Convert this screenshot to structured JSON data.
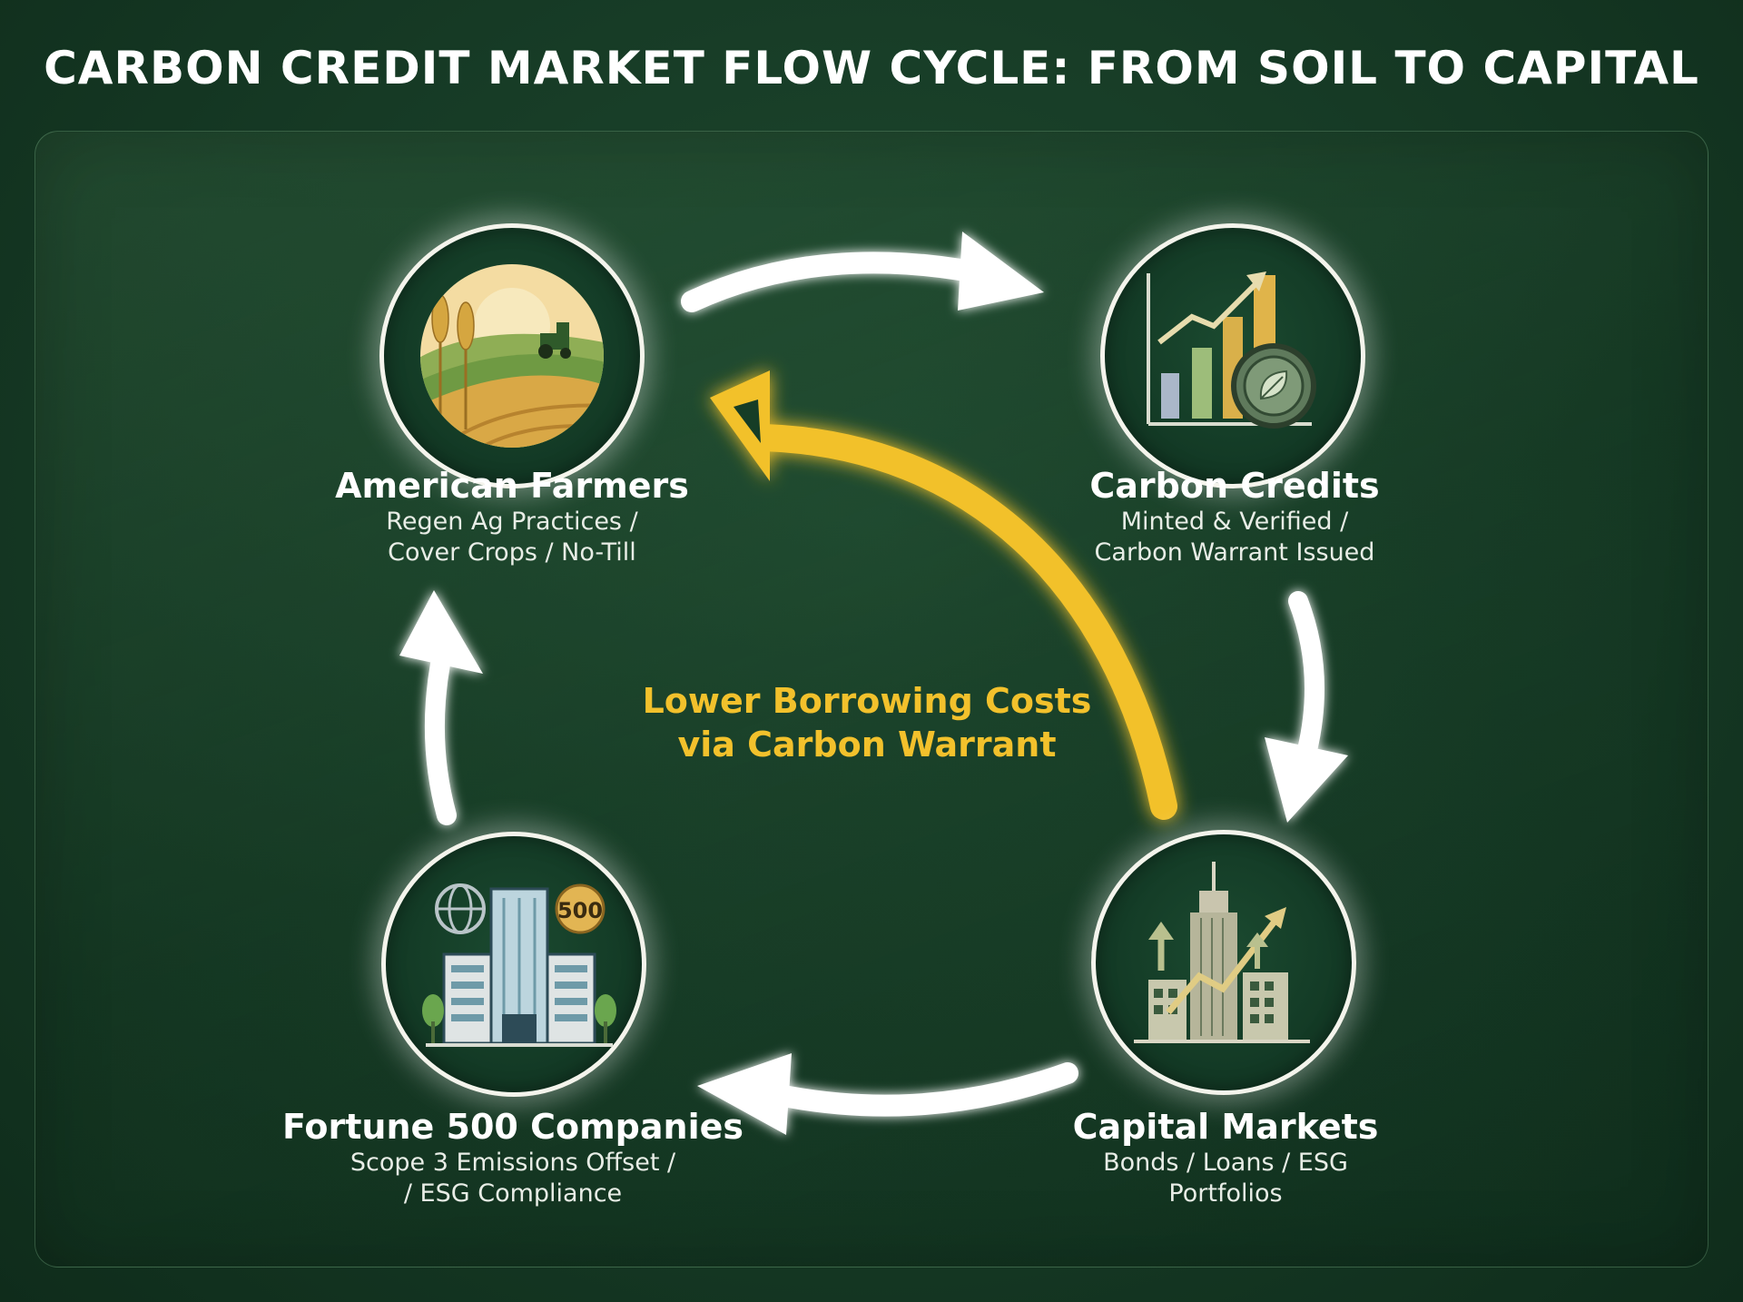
{
  "title": "CARBON CREDIT MARKET FLOW CYCLE: FROM SOIL TO CAPITAL",
  "nodes": {
    "farmers": {
      "title": "American Farmers",
      "lines": [
        "Regen Ag Practices /",
        "Cover Crops / No-Till"
      ],
      "icon": "farm-field-icon"
    },
    "credits": {
      "title": "Carbon Credits",
      "lines": [
        "Minted & Verified /",
        "Carbon Warrant Issued"
      ],
      "icon": "chart-coin-icon"
    },
    "markets": {
      "title": "Capital Markets",
      "lines": [
        "Bonds / Loans / ESG",
        "Portfolios"
      ],
      "icon": "skyscraper-growth-icon"
    },
    "fortune": {
      "title": "Fortune 500 Companies",
      "lines": [
        "Scope 3 Emissions Offset /",
        "/ ESG Compliance"
      ],
      "icon": "corporate-building-icon",
      "badge": "500"
    }
  },
  "center_label": [
    "Lower Borrowing Costs",
    "via Carbon Warrant"
  ],
  "colors": {
    "background": "#163a25",
    "accent": "#f2c12c",
    "arrow": "#ffffff"
  }
}
